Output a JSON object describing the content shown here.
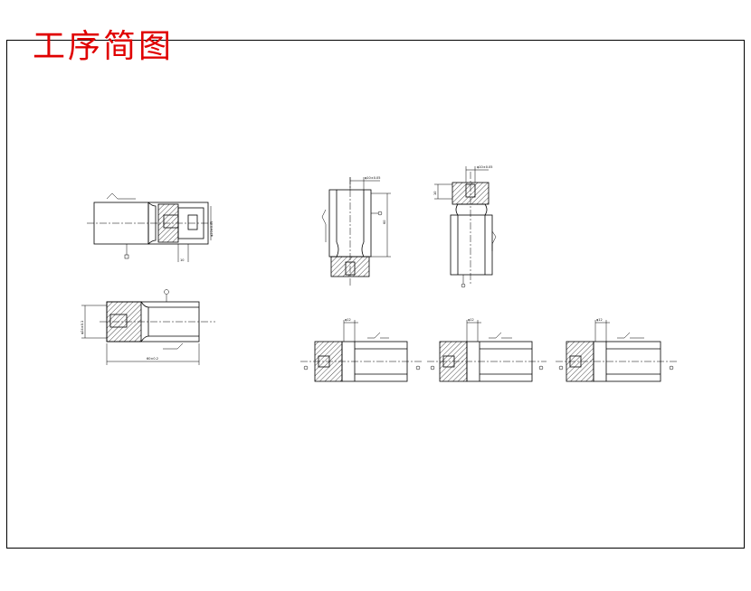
{
  "title": {
    "text": "工序简图",
    "color": "#e00000"
  },
  "colors": {
    "line": "#000000",
    "background": "#ffffff"
  },
  "figures": {
    "op1": {
      "dim_right": "φ20±0.05",
      "dim_bottom": "10"
    },
    "op2": {
      "dim_left": "φ24±0.1",
      "dim_bottom": "60±0.2"
    },
    "op3": {
      "dim_top": "φ10±0.05",
      "dim_right": "60"
    },
    "op4": {
      "dim_top": "φ10±0.05",
      "dim_left": "10"
    },
    "op5": {
      "dim_top": "φ12"
    },
    "op6": {
      "dim_top": "φ12"
    },
    "op7": {
      "dim_top": "φ12"
    }
  }
}
